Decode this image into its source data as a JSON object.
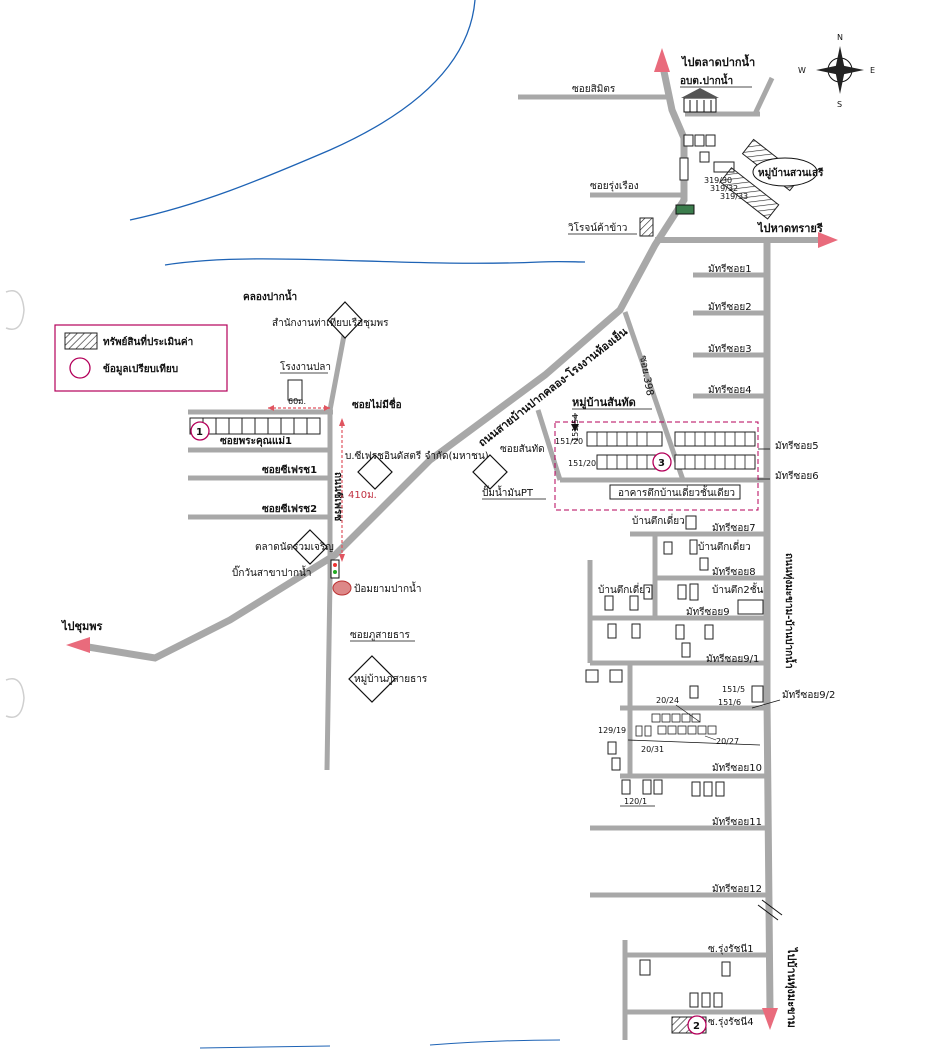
{
  "compass": {
    "n": "N",
    "s": "S",
    "e": "E",
    "w": "W"
  },
  "legend": {
    "asset_label": "ทรัพย์สินที่ประเมินค่า",
    "comparable_label": "ข้อมูลเปรียบเทียบ",
    "asset_color": "#b4005a"
  },
  "destinations": {
    "north": "ไปตลาดปากน้ำ",
    "east": "ไปหาดทรายรี",
    "west": "ไปชุมพร",
    "south": "ไปบ้านทุ่งมะขาม"
  },
  "main_roads": {
    "diagonal": "ถนนสายบ้านปากคลอง-โรงงานห้องเย็น",
    "east_vertical": "ถนนทุ่งมะขาม-บ้านปากน้ำ",
    "sifresh_road": "ถนนซีเฟรซ"
  },
  "water": {
    "canal": "คลองปากน้ำ"
  },
  "sois": {
    "samit": "ซอยสิมิตร",
    "rungrueang": "ซอยรุ่งเรือง",
    "mai_mi_chue": "ซอยไม่มีชื่อ",
    "phrakhunmae1": "ซอยพระคุณแม่1",
    "sifresh1": "ซอยซีเฟรช1",
    "sifresh2": "ซอยซีเฟรช2",
    "soi398": "ซอย.398",
    "santhat": "ซอยสันทัด",
    "phusaithan": "ซอยภูสายธาร",
    "mattri": [
      "มัทรีซอย1",
      "มัทรีซอย2",
      "มัทรีซอย3",
      "มัทรีซอย4",
      "มัทรีซอย5",
      "มัทรีซอย6",
      "มัทรีซอย7",
      "มัทรีซอย8",
      "มัทรีซอย9",
      "มัทรีซอย9/1",
      "มัทรีซอย9/2",
      "มัทรีซอย10",
      "มัทรีซอย11",
      "มัทรีซอย12"
    ],
    "rungrat1": "ซ.รุ่งรัชนี1",
    "rungrat4": "ซ.รุ่งรัชนี4"
  },
  "places": {
    "obt": "อบต.ปากน้ำ",
    "suansoe": "หมู่บ้านสวนเสรี",
    "virot": "วิโรจน์ค้าข้าว",
    "port_office": "สำนักงานท่าเทียบเรือชุมพร",
    "fish_factory": "โรงงานปลา",
    "sifresh_company": "บ.ซีเฟรชอินดัสตรี จำกัด(มหาชน)",
    "pt_station": "ปั๊มน้ำมันPT",
    "market": "ตลาดนัดรวมเจริญ",
    "bigc": "บิ๊กวันสาขาปากน้ำ",
    "police": "ป้อมยามปากน้ำ",
    "phusaithan_village": "หมู่บ้านภูสายธาร",
    "santhat_village": "หมู่บ้านสันทัด",
    "single_storey_bldg": "อาคารตึกบ้านเดี่ยวชั้นเดียว",
    "single_house1": "บ้านตึกเดี่ยว",
    "single_house2": "บ้านตึกเดี่ยว",
    "single_house3": "บ้านตึกเดี่ยว",
    "two_storey": "บ้านตึก2ชั้น"
  },
  "distances": {
    "d60": "60ม.",
    "d410": "410ม."
  },
  "plots": {
    "p31930": "319/30",
    "p31932": "319/32",
    "p31933": "319/33",
    "p15120a": "151/20",
    "p15120b": "151/20",
    "p15154": "151/54",
    "p1515": "151/5",
    "p1516": "151/6",
    "p2024": "20/24",
    "p2027": "20/27",
    "p12919": "129/19",
    "p2031": "20/31",
    "p1201": "120/1"
  },
  "markers": {
    "m1": "1",
    "m2": "2",
    "m3": "3"
  }
}
